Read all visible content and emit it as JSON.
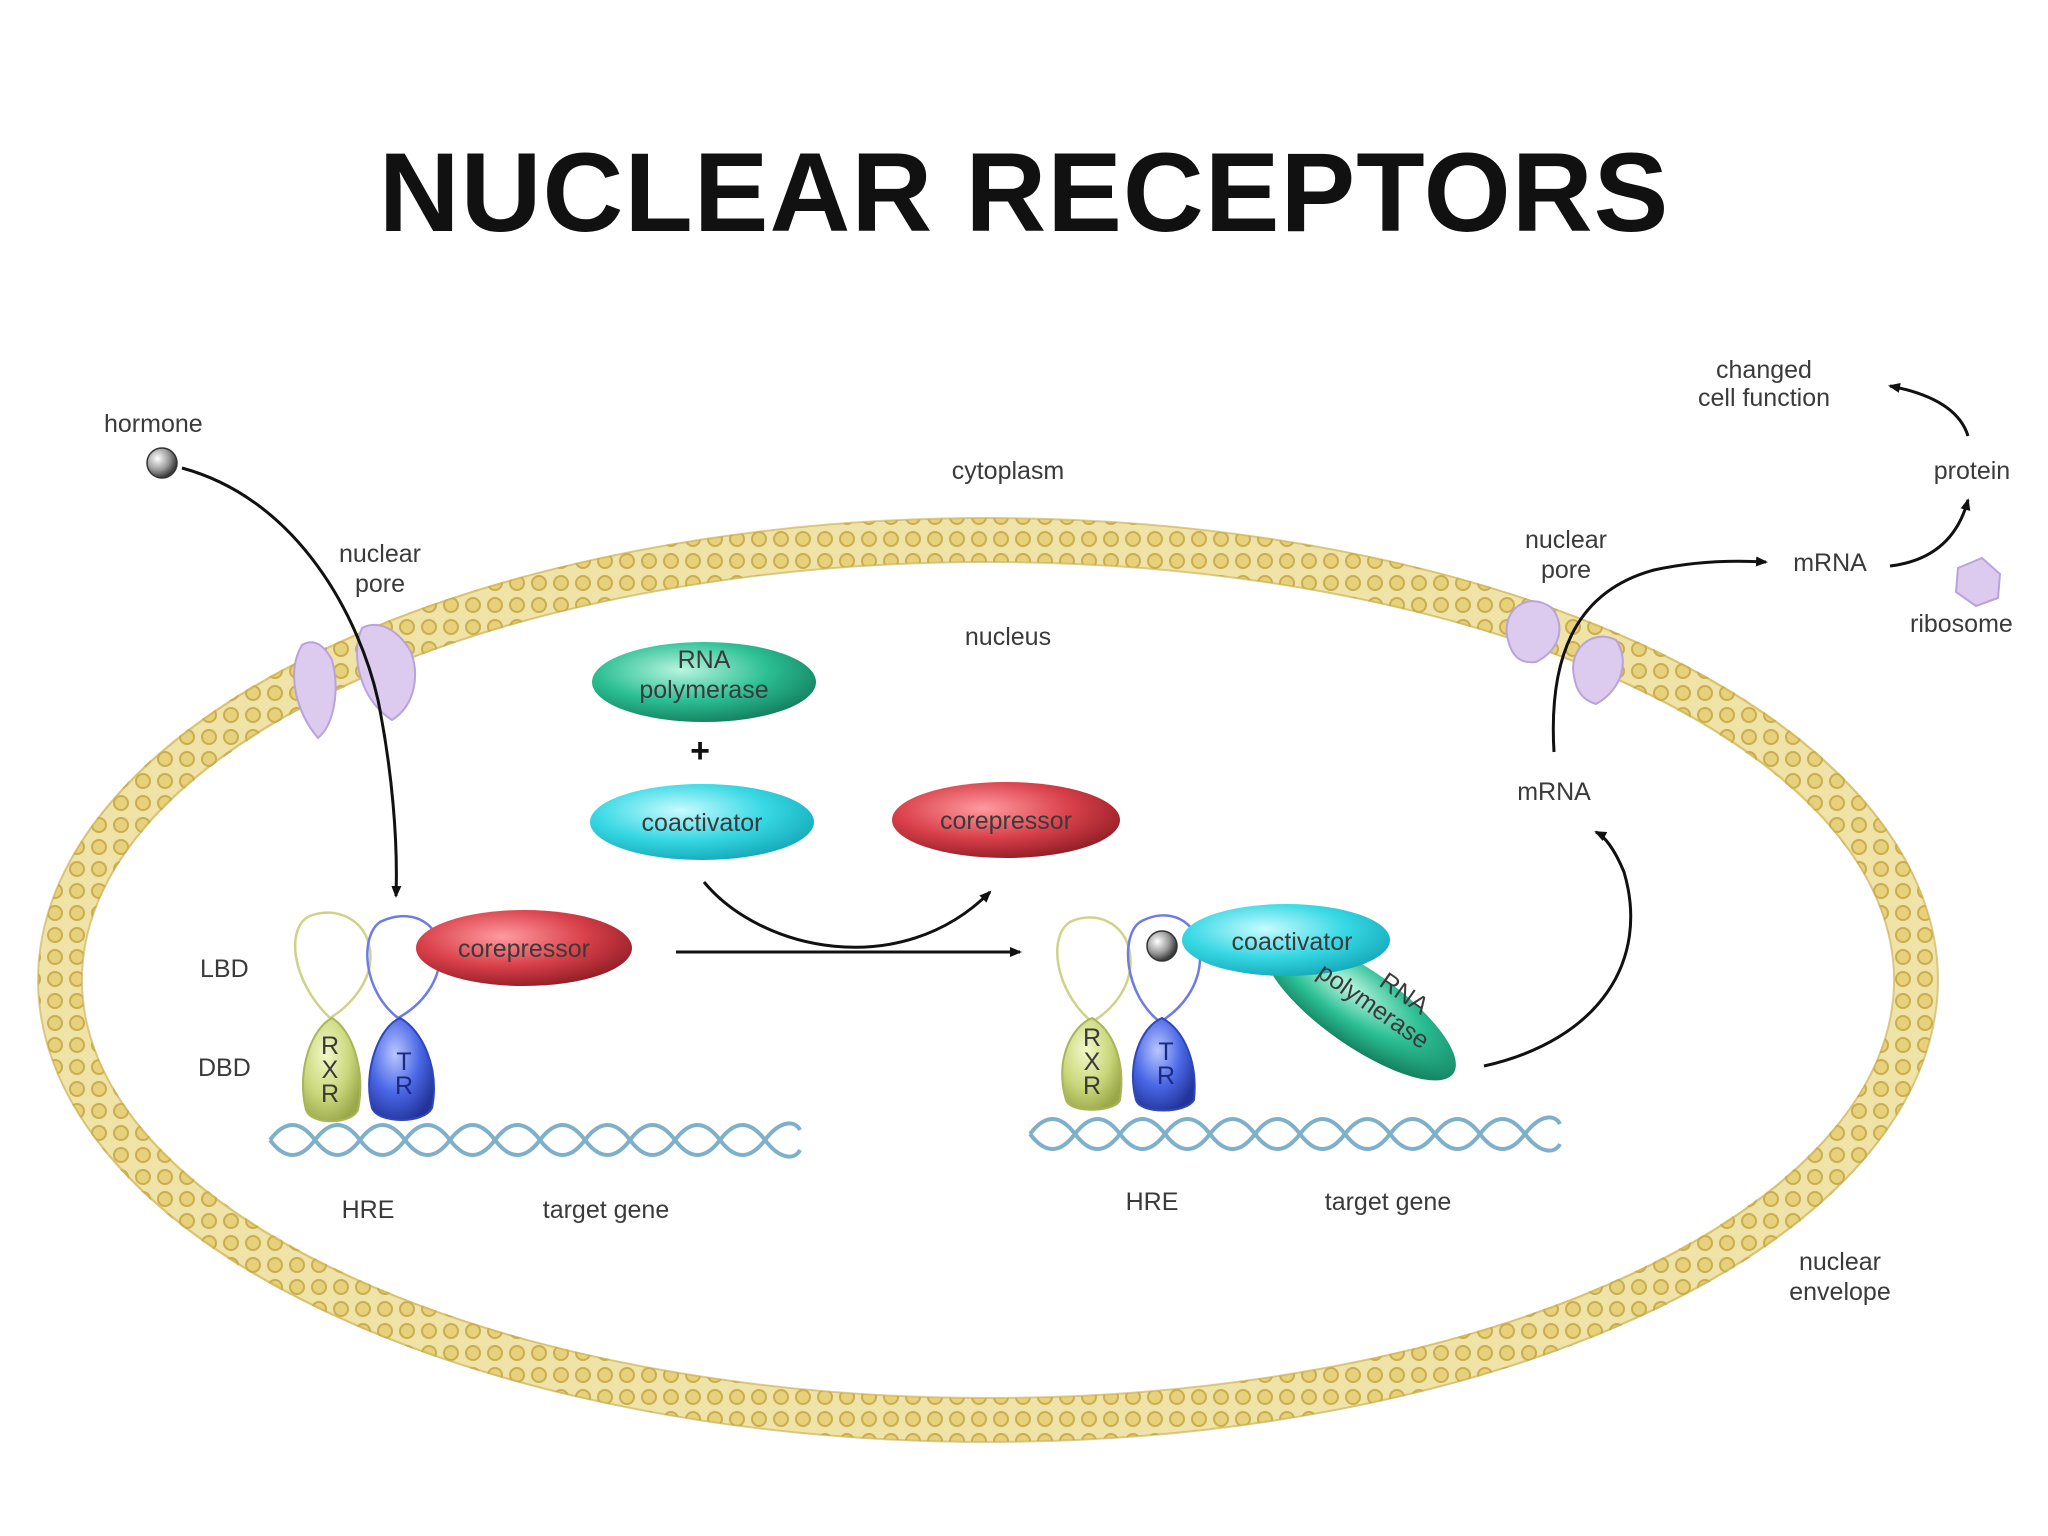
{
  "title": "NUCLEAR RECEPTORS",
  "labels": {
    "hormone": "hormone",
    "cytoplasm": "cytoplasm",
    "nucleus": "nucleus",
    "nuclear_pore_left_1": "nuclear",
    "nuclear_pore_left_2": "pore",
    "nuclear_pore_right_1": "nuclear",
    "nuclear_pore_right_2": "pore",
    "changed_1": "changed",
    "changed_2": "cell function",
    "protein": "protein",
    "mrna_out": "mRNA",
    "ribosome": "ribosome",
    "mrna_in": "mRNA",
    "nuclear_envelope_1": "nuclear",
    "nuclear_envelope_2": "envelope",
    "lbd": "LBD",
    "dbd": "DBD",
    "hre_left": "HRE",
    "target_gene_left": "target gene",
    "hre_right": "HRE",
    "target_gene_right": "target gene",
    "plus": "+"
  },
  "molecules": {
    "rna_polymerase_1": "RNA",
    "rna_polymerase_2": "polymerase",
    "coactivator": "coactivator",
    "corepressor": "corepressor",
    "corepressor_bound": "corepressor",
    "coactivator_bound": "coactivator",
    "rna_polymerase_bound_1": "RNA",
    "rna_polymerase_bound_2": "polymerase"
  },
  "receptors": {
    "rxr": [
      "R",
      "X",
      "R"
    ],
    "tr": [
      "T",
      "R"
    ]
  },
  "colors": {
    "membrane": "#e3cf7a",
    "membrane_edge": "#c9ad4f",
    "pore": "#dccbef",
    "corepressor": "#d9404a",
    "coactivator": "#37d8e4",
    "rna_polymerase": "#2bbf93",
    "rxr": "#c9d77a",
    "tr": "#4a67e6",
    "dna": "#7fb0c9"
  }
}
